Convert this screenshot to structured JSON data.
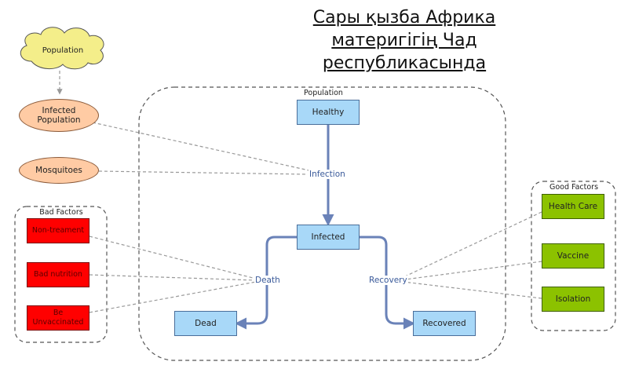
{
  "title": {
    "line1": "Сары қызба Африка",
    "line2": "материгігің Чад",
    "line3": "республикасында"
  },
  "groups": {
    "population": "Population",
    "bad_factors": "Bad Factors",
    "good_factors": "Good Factors"
  },
  "stocks": {
    "healthy": "Healthy",
    "infected": "Infected",
    "dead": "Dead",
    "recovered": "Recovered"
  },
  "flows": {
    "infection": "Infection",
    "death": "Death",
    "recovery": "Recovery"
  },
  "inputs": {
    "population": "Population",
    "infected_population": "Infected Population",
    "mosquitoes": "Mosquitoes"
  },
  "bad_factors": [
    "Non-treament",
    "Bad nutrition",
    "Be Unvaccinated"
  ],
  "good_factors": [
    "Health Care",
    "Vaccine",
    "Isolation"
  ],
  "colors": {
    "stock": "#a8d8f8",
    "bad": "#ff0000",
    "good": "#8cc200",
    "ellipse": "#ffcba4",
    "cloud": "#f4ee8a",
    "flow": "#6a82b8"
  }
}
